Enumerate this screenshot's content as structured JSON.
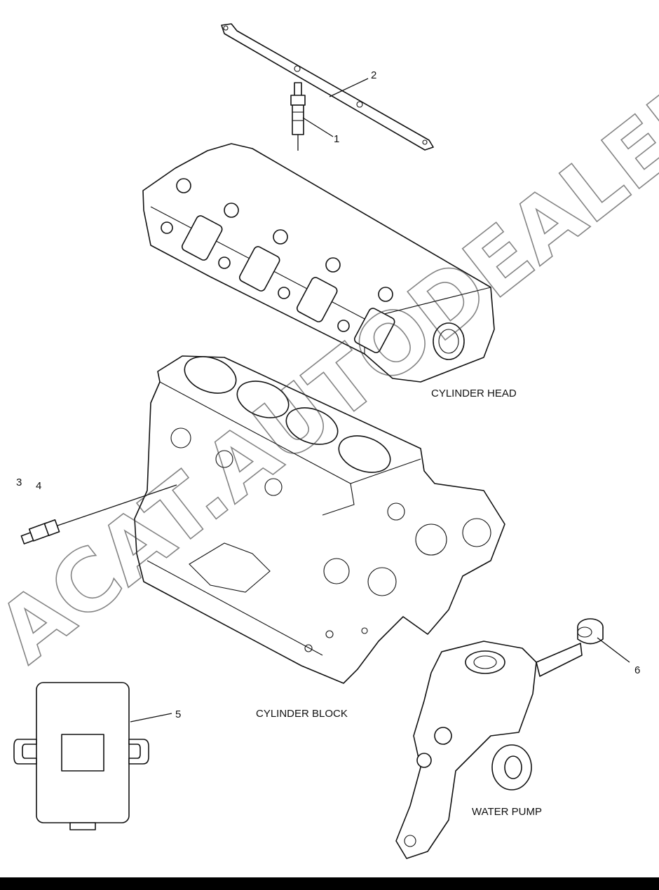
{
  "callouts": [
    "1",
    "2",
    "3",
    "4",
    "5",
    "6"
  ],
  "captions": {
    "cylinder_head": "CYLINDER HEAD",
    "cylinder_block": "CYLINDER BLOCK",
    "water_pump": "WATER PUMP"
  },
  "watermark": "ACAT.AUTODEALER.RU"
}
